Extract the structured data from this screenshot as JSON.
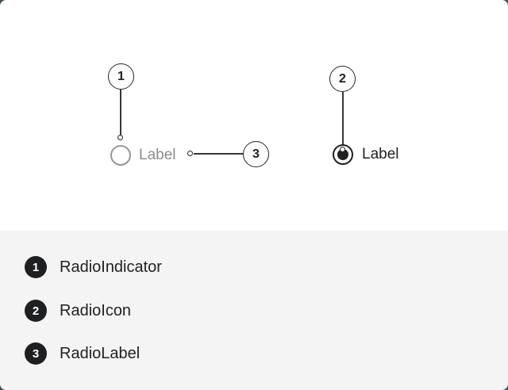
{
  "card": {
    "preview": {
      "unselected_radio": {
        "label": "Label"
      },
      "selected_radio": {
        "label": "Label"
      },
      "callouts": [
        {
          "number": "1"
        },
        {
          "number": "2"
        },
        {
          "number": "3"
        }
      ]
    },
    "legend": {
      "items": [
        {
          "number": "1",
          "label": "RadioIndicator"
        },
        {
          "number": "2",
          "label": "RadioIcon"
        },
        {
          "number": "3",
          "label": "RadioLabel"
        }
      ]
    }
  },
  "colors": {
    "page_background": "#44525c",
    "preview_panel": "#ffffff",
    "legend_panel": "#f4f4f4",
    "badge": "#1d1f21",
    "selected_radio": "#212121",
    "unselected_radio": "#979797",
    "unselected_label": "#8c8c8c",
    "leader_line": "#33373a"
  }
}
